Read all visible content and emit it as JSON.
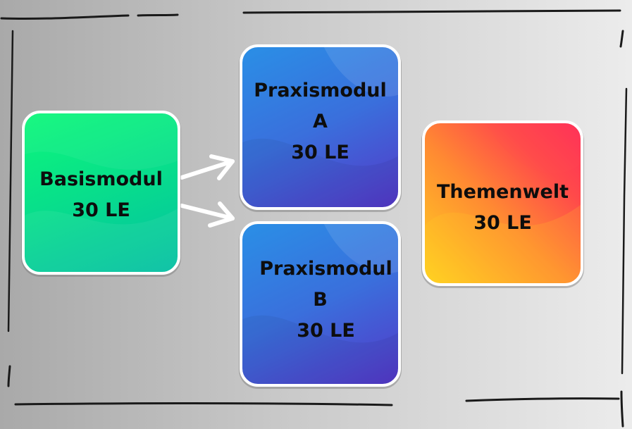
{
  "background": {
    "colors": [
      "#a9a9a9",
      "#ececec"
    ]
  },
  "modules": {
    "basis": {
      "line1": "Basismodul",
      "line2": "30 LE",
      "colors": [
        "#0cf87a",
        "#04bfa3"
      ]
    },
    "praxis_a": {
      "line1": "Praxismodul",
      "line2": "A",
      "line3": "30 LE",
      "colors": [
        "#2a8fe6",
        "#5438c8"
      ]
    },
    "praxis_b": {
      "line1": "Praxismodul",
      "line2": "B",
      "line3": "30 LE",
      "colors": [
        "#2a8fe6",
        "#5438c8"
      ]
    },
    "themenwelt": {
      "line1": "Themenwelt",
      "line2": "30 LE",
      "colors": [
        "#ffd321",
        "#ff2d5a"
      ]
    }
  },
  "connectors": [
    {
      "from": "basis",
      "to": "praxis_a",
      "icon": "arrow-right-icon"
    },
    {
      "from": "basis",
      "to": "praxis_b",
      "icon": "arrow-right-icon"
    }
  ]
}
